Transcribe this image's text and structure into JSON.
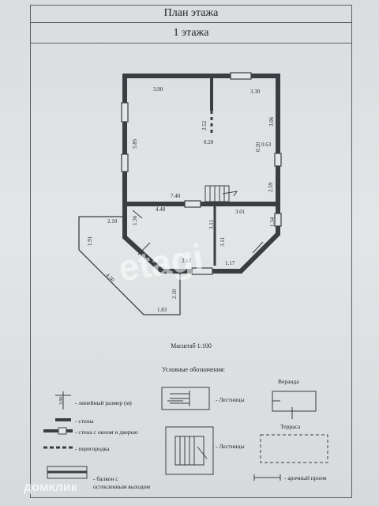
{
  "header": {
    "title": "План этажа",
    "subtitle": "1 этажа"
  },
  "dims": {
    "d390": "3.90",
    "d330": "3.30",
    "d585": "5.85",
    "d252": "2.52",
    "d020a": "0.20",
    "d306": "3.06",
    "d020b": "0.20",
    "d063": "0.63",
    "d259": "2.59",
    "d740": "7.40",
    "d448": "4.48",
    "d301": "3.01",
    "d136": "1.36",
    "d311a": "3.11",
    "d311b": "3.11",
    "d134": "1.34",
    "d210a": "2.10",
    "d191": "1.91",
    "d262": "2.62",
    "d117": "1.17",
    "d450": "4.50",
    "d210b": "2.10",
    "d183": "1.83"
  },
  "scale": "Масштаб 1:100",
  "legend": {
    "title": "Условные обозначения:",
    "sample_dim": "3.90",
    "linear": "- линейный размер (м)",
    "walls": "- стены",
    "wall_window_door": "- стена с окном и дверью",
    "partition": "- перегородка",
    "balcony": "- балкон с\nостекленным выходом",
    "stairs1": "- Лестницы",
    "stairs2": "- Лестницы",
    "veranda": "Веранда",
    "terrace": "Терраса",
    "arch": "- арочный проем"
  },
  "watermark": {
    "main": "etagi",
    "corner": "домклик"
  }
}
